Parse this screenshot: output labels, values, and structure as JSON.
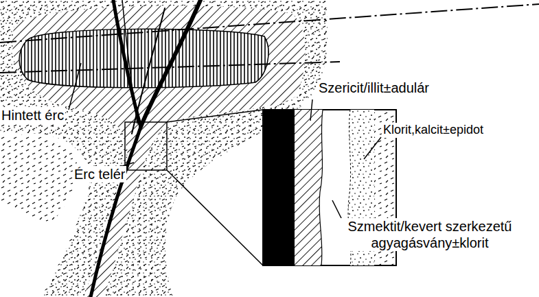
{
  "diagram": {
    "labels": [
      "Szericit/illit±adulár",
      "Hintett érc",
      "Klorit,kalcit±epidot",
      "Érc telér",
      "Szmektit/kevert szerkezetű agyagásvány±klorit"
    ]
  }
}
